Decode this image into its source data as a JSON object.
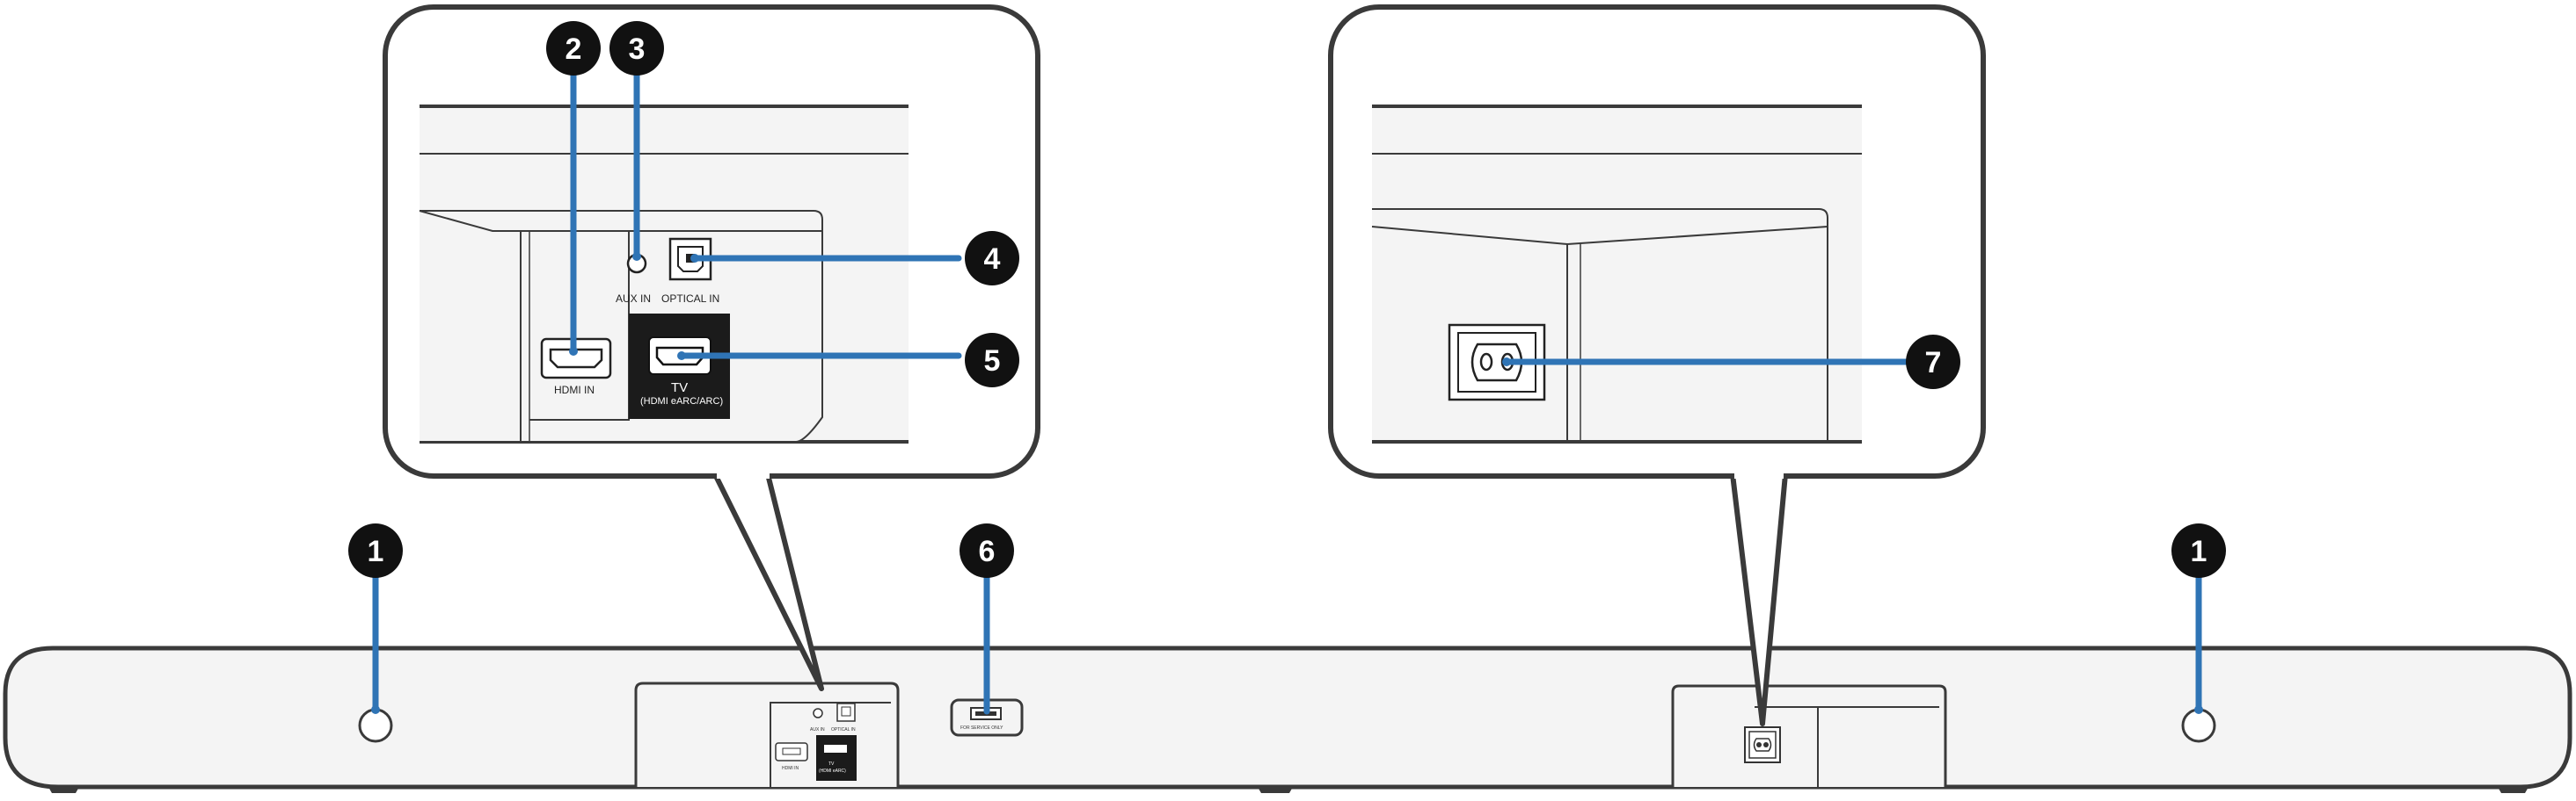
{
  "callouts": {
    "c1": "1",
    "c2": "2",
    "c3": "3",
    "c4": "4",
    "c5": "5",
    "c6": "6",
    "c7": "7"
  },
  "ports": {
    "aux": "AUX IN",
    "optical": "OPTICAL IN",
    "hdmi_in": "HDMI IN",
    "tv_line1": "TV",
    "tv_line2": "(HDMI eARC/ARC)",
    "service": "FOR SERVICE ONLY"
  },
  "colors": {
    "leader_line": "#2f74b5",
    "outline": "#3a3a3a",
    "panel_fill": "#f4f4f4",
    "badge": "#111111"
  }
}
